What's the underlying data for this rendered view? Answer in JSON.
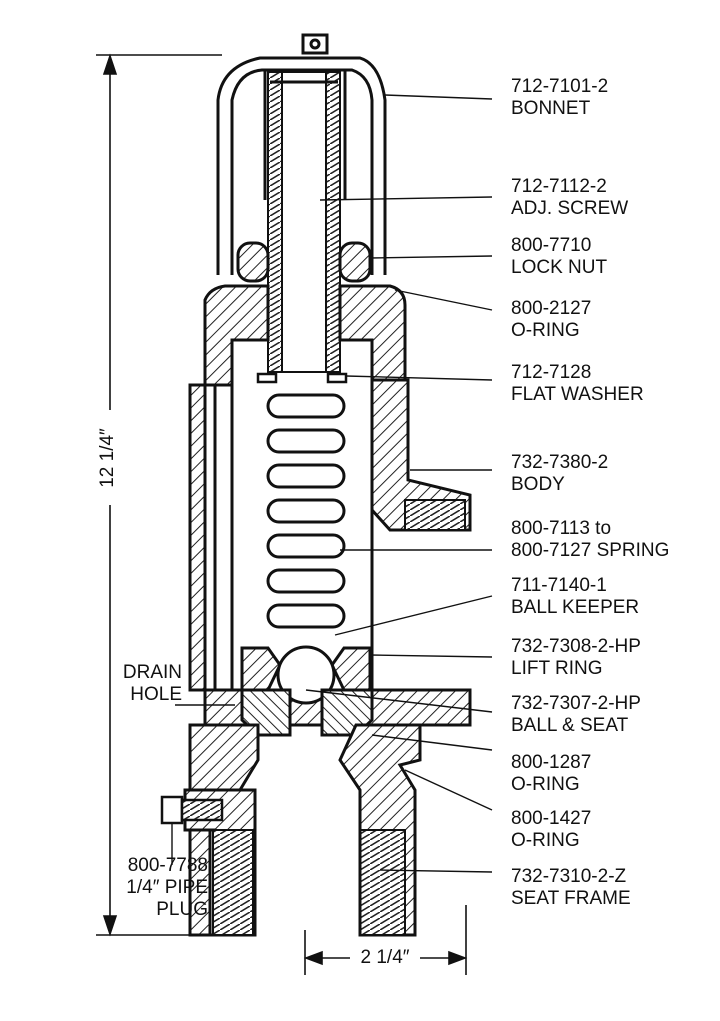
{
  "parts": [
    {
      "number": "712-7101-2",
      "name": "BONNET"
    },
    {
      "number": "712-7112-2",
      "name": "ADJ. SCREW"
    },
    {
      "number": "800-7710",
      "name": "LOCK NUT"
    },
    {
      "number": "800-2127",
      "name": "O-RING"
    },
    {
      "number": "712-7128",
      "name": "FLAT WASHER"
    },
    {
      "number": "732-7380-2",
      "name": "BODY"
    },
    {
      "number": "800-7113 to",
      "name": "800-7127 SPRING"
    },
    {
      "number": "711-7140-1",
      "name": "BALL KEEPER"
    },
    {
      "number": "732-7308-2-HP",
      "name": "LIFT RING"
    },
    {
      "number": "732-7307-2-HP",
      "name": "BALL & SEAT"
    },
    {
      "number": "800-1287",
      "name": "O-RING"
    },
    {
      "number": "800-1427",
      "name": "O-RING"
    },
    {
      "number": "732-7310-2-Z",
      "name": "SEAT FRAME"
    }
  ],
  "drain": {
    "line1": "DRAIN",
    "line2": "HOLE"
  },
  "plug": {
    "line1": "800-7788",
    "line2": "1/4″ PIPE",
    "line3": "PLUG"
  },
  "dimensions": {
    "height": "12 1/4″",
    "width": "2 1/4″"
  }
}
